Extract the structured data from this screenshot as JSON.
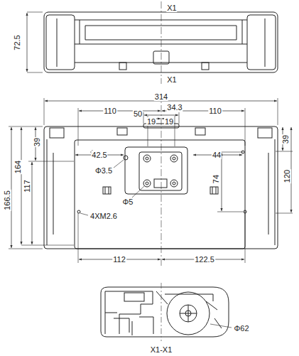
{
  "diagram": {
    "labels": [
      "X1",
      "X1",
      "72.5",
      "314",
      "110",
      "50",
      "34.3",
      "110",
      "19",
      "19",
      "39",
      "164",
      "117",
      "166.5",
      "42.5",
      "44",
      "74",
      "39",
      "120",
      "Φ3.5",
      "Φ5",
      "4XM2.6",
      "112",
      "122.5",
      "Φ62",
      "X1-X1"
    ]
  }
}
